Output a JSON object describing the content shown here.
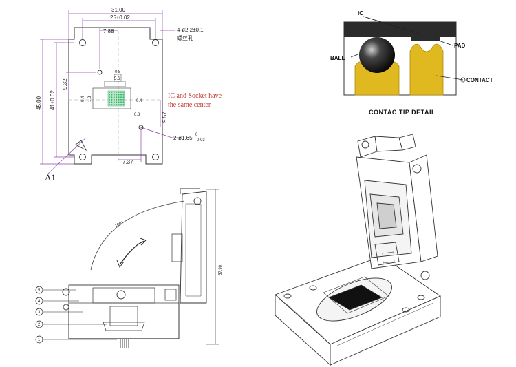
{
  "top_drawing": {
    "dim_31": "31.00",
    "dim_25": "25±0.02",
    "dim_788": "7.88",
    "hole_callout": "4-ø2.2±0.1",
    "hole_callout_cn": "螺丝孔",
    "dim_932": "9.32",
    "dim_45": "45.00",
    "dim_41": "41±0.02",
    "dim_957": "9.57",
    "dim_737": "7.37",
    "pin_callout": "2-ø1.65",
    "pin_tol_upper": "0",
    "pin_tol_lower": "-0.03",
    "center_note_line1": "IC and Socket have",
    "center_note_line2": "the same center",
    "a1_label": "A1",
    "inner_dims": [
      "0.8",
      "5.6",
      "0.4",
      "1.8",
      "0.8",
      "0.4"
    ]
  },
  "contact_detail": {
    "label_ic": "IC",
    "label_ball": "BALL",
    "label_pad": "PAD",
    "label_contact": "CONTACT",
    "caption": "CONTAC TIP DETAIL"
  },
  "side_view": {
    "angle_label": "100°",
    "height_label": "57.90",
    "callouts": [
      "5",
      "4",
      "3",
      "2",
      "1"
    ]
  },
  "colors": {
    "dimension_line": "#8e44ad",
    "grid_green": "#3cb371",
    "pad_gold": "#e0b81f",
    "ic_dark": "#2b2b2b",
    "note_red": "#c0392b"
  }
}
